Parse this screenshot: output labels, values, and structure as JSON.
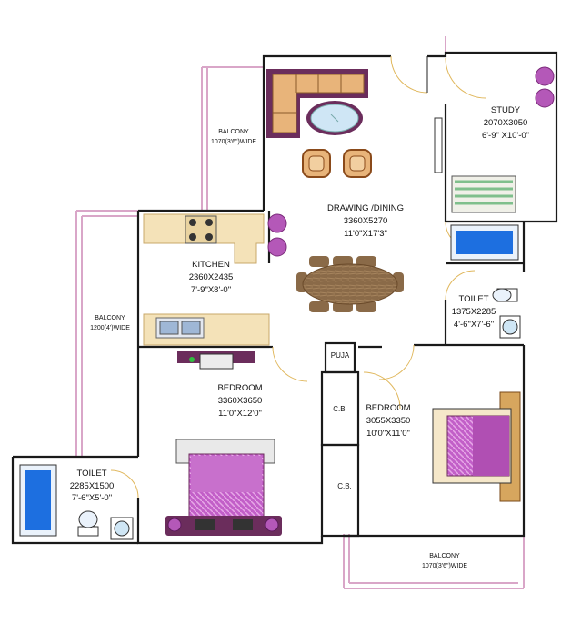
{
  "rooms": {
    "drawing_dining": {
      "name": "DRAWING /DINING",
      "size_mm": "3360X5270",
      "size_ft": "11'0\"X17'3\""
    },
    "study": {
      "name": "STUDY",
      "size_mm": "2070X3050",
      "size_ft": "6'-9\" X10'-0\""
    },
    "kitchen": {
      "name": "KITCHEN",
      "size_mm": "2360X2435",
      "size_ft": "7'-9\"X8'-0\""
    },
    "toilet_right": {
      "name": "TOILET",
      "size_mm": "1375X2285",
      "size_ft": "4'-6\"X7'-6\""
    },
    "bedroom_left": {
      "name": "BEDROOM",
      "size_mm": "3360X3650",
      "size_ft": "11'0\"X12'0\""
    },
    "bedroom_right": {
      "name": "BEDROOM",
      "size_mm": "3055X3350",
      "size_ft": "10'0\"X11'0\""
    },
    "toilet_left": {
      "name": "TOILET",
      "size_mm": "2285X1500",
      "size_ft": "7'-6\"X5'-0\""
    },
    "puja": {
      "name": "PUJA"
    },
    "cb_upper": {
      "name": "C.B."
    },
    "cb_lower": {
      "name": "C.B."
    }
  },
  "balconies": {
    "top": {
      "name": "BALCONY",
      "size": "1070(3'6\")WIDE"
    },
    "left": {
      "name": "BALCONY",
      "size": "1200(4')WIDE"
    },
    "bottom": {
      "name": "BALCONY",
      "size": "1070(3'6\")WIDE"
    }
  },
  "colors": {
    "wall": "#1a1a1a",
    "balcony_rail": "#d9a6c8",
    "sofa": "#e8b47a",
    "sofa_frame": "#6b2d5c",
    "table_wood": "#8a6a48",
    "bed_purple": "#b04fb3",
    "bath_blue": "#1d6fe0",
    "plant_purple": "#b458b8",
    "counter": "#f4e2b8",
    "cabinet": "#f5e7c9",
    "wardrobe_green": "#7fbf8c"
  }
}
